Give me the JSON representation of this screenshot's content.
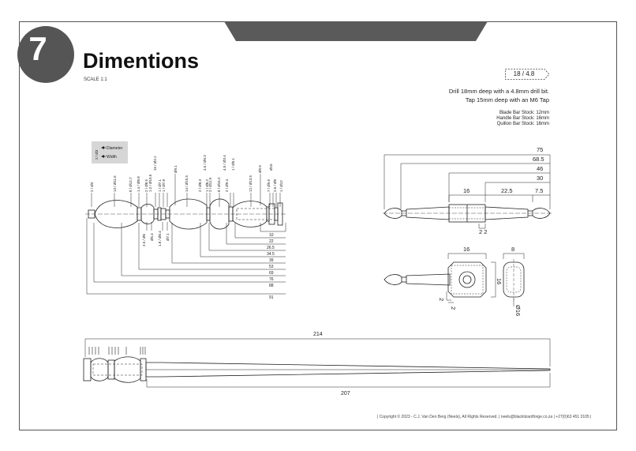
{
  "page": {
    "number": "7",
    "title": "Dimentions",
    "scale": "SCALE 1:1"
  },
  "notes": {
    "drill_tag": "18 / 4.8",
    "drill_line1": "Drill 18mm deep with a 4.8mm drill bit.",
    "drill_line2": "Tap 15mm deep with an M6 Tap",
    "stock": {
      "blade": "Blade Bar Stock: 12mm",
      "handle": "Handle Bar Stock: 16mm",
      "quillon": "Quillon Bar Stock: 16mm"
    }
  },
  "legend": {
    "sample": "2 / Ø3",
    "diameter": "Diameter",
    "width": "Width"
  },
  "handle_view": {
    "top_labels": [
      "2 / Ø3",
      "13 / Ø11.6",
      "8 / Ø12.7",
      "1.4 / Ø8.8",
      "2 / Ø8.5",
      "1.2 / Ø10.5",
      "15 / Ø3.1",
      "1 / Ø7.1",
      "1 / Ø7.8",
      "Ø9.1",
      "14 / Ø15.5",
      "2 / Ø8.3",
      "4.5 / Ø9.3",
      "1 / Ø8.2",
      "2 / Ø11.9",
      "8 / Ø15.2",
      "2 / Ø9.4",
      "4.5 / Ø3.4",
      "1 / Ø5.1",
      "12 / Ø13.5",
      "Ø9.9",
      "7 / Ø9.6",
      "Ø10",
      "2.5 / Ø8",
      "1 / Ø12"
    ],
    "bottom_labels": [
      "2.5 / Ø6",
      "Ø5.4",
      "1.8 / Ø6.4",
      "Ø7.1"
    ],
    "lengths": [
      "10",
      "22",
      "26.5",
      "34.5",
      "39",
      "53",
      "69",
      "76",
      "88",
      "91"
    ]
  },
  "quillon_view": {
    "lengths": [
      "75",
      "68.5",
      "46",
      "30"
    ],
    "segments": [
      "16",
      "22.5",
      "7.5"
    ],
    "gap": "2 2",
    "top_width": "16",
    "side_gap_1": "2",
    "side_gap_2": "2",
    "height": "16",
    "end_width": "8",
    "end_diameter": "Ø16"
  },
  "blade_view": {
    "total_length": "214",
    "blade_length": "207"
  },
  "footer": "|  Copyright © 2023 - C.J. Van Den Berg (Neels), All Rights Reserved.  |  neels@blacklizardforge.co.za  |  +27(0)63 451 3105  |"
}
